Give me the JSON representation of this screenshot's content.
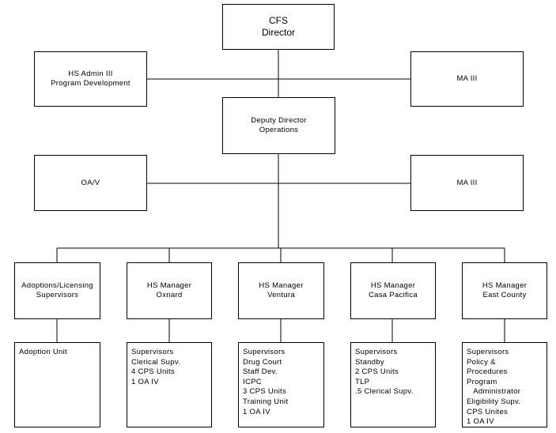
{
  "chart": {
    "director": [
      "CFS",
      "Director"
    ],
    "admin_left": [
      "HS Admin III",
      "Program Development"
    ],
    "admin_right": [
      "MA III"
    ],
    "deputy": [
      "Deputy Director",
      "Operations"
    ],
    "staff_left": [
      "OA/V"
    ],
    "staff_right": [
      "MA III"
    ],
    "managers": [
      {
        "title": [
          "Adoptions/Licensing",
          "Supervisors"
        ],
        "units": [
          "Adoption Unit"
        ]
      },
      {
        "title": [
          "HS Manager",
          "Oxnard"
        ],
        "units": [
          "Supervisors",
          "Clerical Supv.",
          "4 CPS Units",
          "1 OA IV"
        ]
      },
      {
        "title": [
          "HS Manager",
          "Ventura"
        ],
        "units": [
          "Supervisors",
          "Drug Court",
          "Staff Dev.",
          "ICPC",
          "3 CPS Units",
          "Training Unit",
          "1 OA IV"
        ]
      },
      {
        "title": [
          "HS Manager",
          "Casa Pacifica"
        ],
        "units": [
          "Supervisors",
          "Standby",
          "2 CPS Units",
          "TLP",
          ".5 Clerical Supv."
        ]
      },
      {
        "title": [
          "HS Manager",
          "East County"
        ],
        "units": [
          "Supervisors",
          "Policy &",
          "Procedures",
          "Program",
          "   Administrator",
          "Eligibility Supv.",
          "CPS Unites",
          "1 OA IV"
        ]
      }
    ]
  }
}
